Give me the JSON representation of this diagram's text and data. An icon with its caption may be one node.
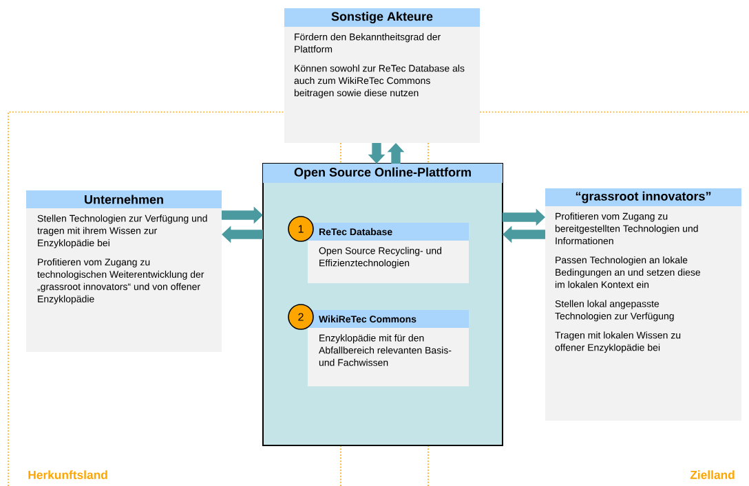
{
  "diagram": {
    "nodes": [
      {
        "text": [
          "Sonstige Akteure",
          "Fördern den Bekanntheitsgrad der Plattform",
          "Können sowohl zur ReTec Database als auch zum WikiReTec Commons beitragen sowie diese nutzen"
        ]
      },
      {
        "text": [
          "Unternehmen",
          "Stellen Technologien zur Verfügung und tragen mit ihrem Wissen zur Enzyklopädie bei",
          "Profitieren vom Zugang zu technologischen Weiterentwicklung der „grassroot innovators“ und von offener Enzyklopädie"
        ]
      },
      {
        "text": [
          "Open Source Online-Plattform"
        ]
      },
      {
        "text": [
          "1"
        ],
        "in": 2
      },
      {
        "text": [
          "ReTec Database",
          "Open Source Recycling- und Effizienztechnologien"
        ],
        "in": 2
      },
      {
        "text": [
          "2"
        ],
        "in": 2
      },
      {
        "text": [
          "WikiReTec Commons",
          "Enzyklopädie mit für den Abfallbereich relevanten Basis- und Fachwissen"
        ],
        "in": 2
      },
      {
        "text": [
          "“grassroot innovators”",
          "Profitieren vom Zugang zu bereitgestellten Technologien und Informationen",
          "Passen Technologien an lokale Bedingungen an und setzen diese im lokalen Kontext ein",
          "Stellen lokal angepasste Technologien zur Verfügung",
          "Tragen mit lokalen Wissen zu offener Enzyklopädie bei"
        ]
      }
    ],
    "edges": [
      {
        "from": 0,
        "to": 2,
        "arrow": "to"
      },
      {
        "from": 2,
        "to": 0,
        "arrow": "to"
      },
      {
        "from": 1,
        "to": 2,
        "arrow": "to"
      },
      {
        "from": 2,
        "to": 1,
        "arrow": "to"
      },
      {
        "from": 2,
        "to": 7,
        "arrow": "to"
      },
      {
        "from": 7,
        "to": 2,
        "arrow": "to"
      }
    ],
    "labels": [
      "Herkunftsland",
      "Zielland"
    ]
  }
}
